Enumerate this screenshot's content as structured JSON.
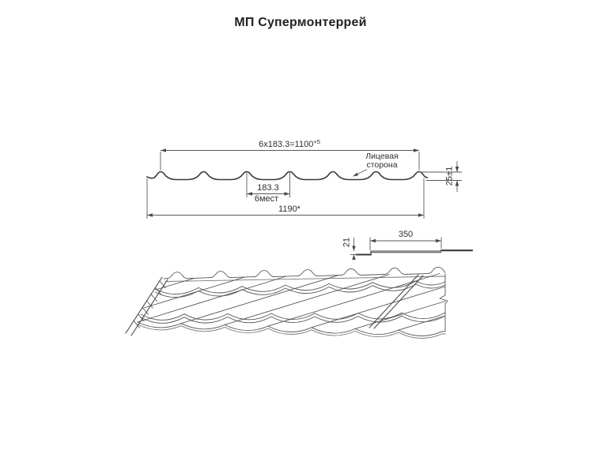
{
  "title": "МП Супермонтеррей",
  "profile": {
    "dim_width_formula": "6x183.3=1100",
    "dim_width_tolerance": "+5",
    "dim_wave_step": "183.3",
    "dim_wave_note": "6мест",
    "dim_overall_width": "1190*",
    "dim_profile_height": "25±1",
    "face_side_line1": "Лицевая",
    "face_side_line2": "сторона"
  },
  "step_detail": {
    "dim_module_length": "350",
    "dim_step_height": "21"
  },
  "colors": {
    "line": "#4a4a4a",
    "dimension_line": "#5a5a5a",
    "text": "#2e2e2e",
    "background": "#ffffff"
  }
}
